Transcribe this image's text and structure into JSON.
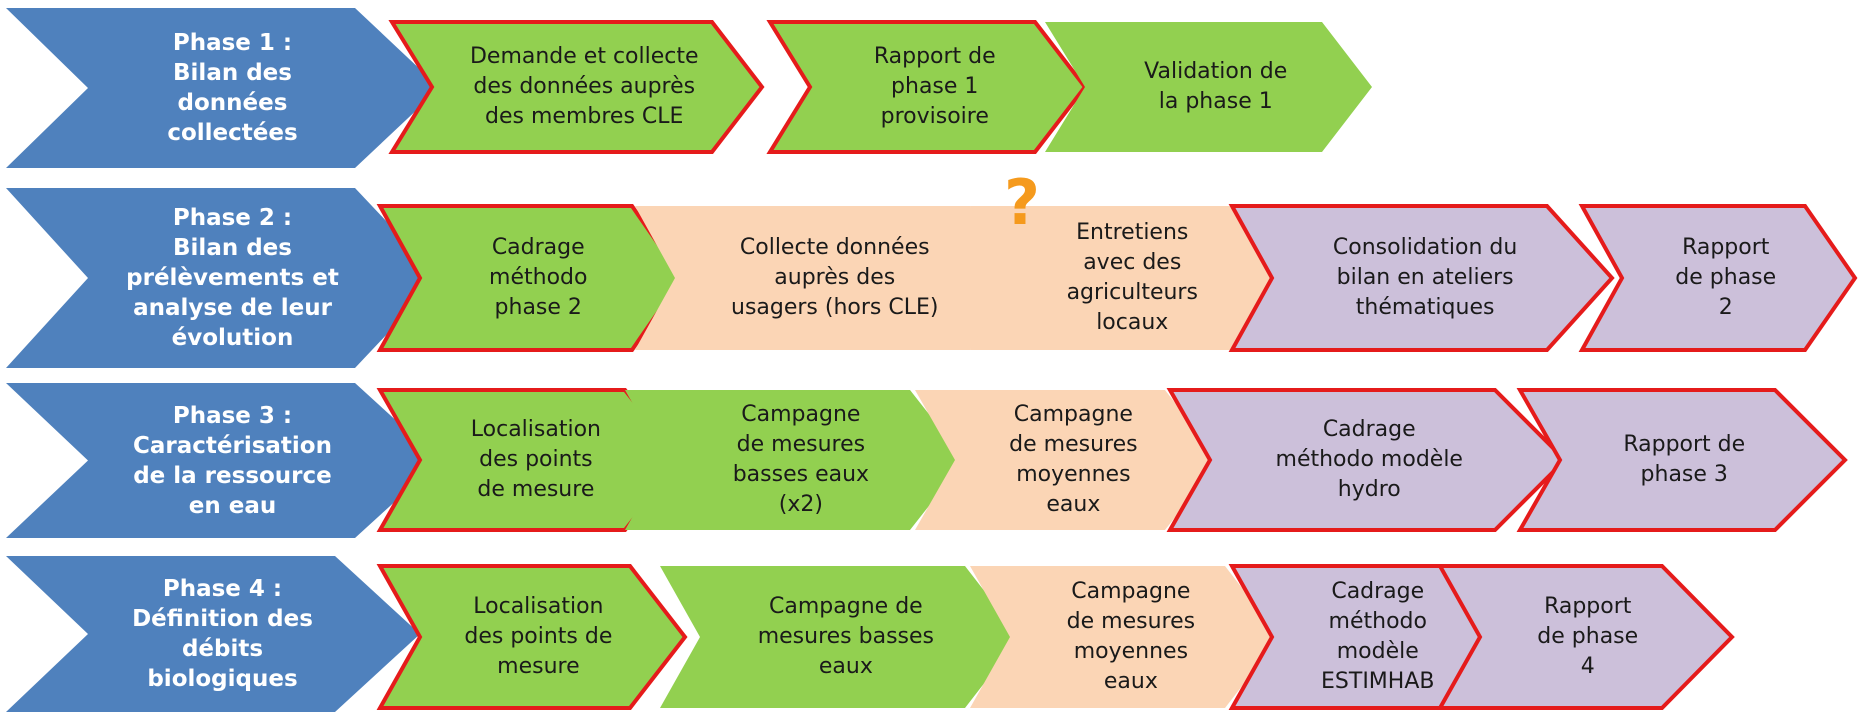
{
  "colors": {
    "phase_fill": "#4f81bd",
    "green_fill": "#92d050",
    "peach_fill": "#fbd5b5",
    "purple_fill": "#ccc0da",
    "red_border": "#e51b1b",
    "question_mark": "#f59a1d"
  },
  "rows": [
    {
      "phase": "Phase 1 :\nBilan des\ndonnées\ncollectées",
      "steps": [
        {
          "label": "Demande et collecte\ndes données auprès\ndes membres CLE",
          "color": "green",
          "outlined": true
        },
        {
          "label": "Rapport de\nphase 1\nprovisoire",
          "color": "green",
          "outlined": true
        },
        {
          "label": "Validation de\nla phase 1",
          "color": "green",
          "outlined": false
        }
      ]
    },
    {
      "phase": "Phase 2 :\nBilan des\nprélèvements et\nanalyse de leur\névolution",
      "steps": [
        {
          "label": "Cadrage\nméthodo\nphase 2",
          "color": "green",
          "outlined": true
        },
        {
          "label": "Collecte données\nauprès des\nusagers (hors CLE)",
          "color": "peach",
          "outlined": false
        },
        {
          "label": "Entretiens\navec des\nagriculteurs\nlocaux",
          "color": "peach",
          "outlined": false,
          "icon": "question-mark-icon",
          "icon_text": "?"
        },
        {
          "label": "Consolidation du\nbilan en ateliers\nthématiques",
          "color": "purple",
          "outlined": true
        },
        {
          "label": "Rapport\nde phase\n2",
          "color": "purple",
          "outlined": true
        }
      ]
    },
    {
      "phase": "Phase 3 :\nCaractérisation\nde la ressource\nen eau",
      "steps": [
        {
          "label": "Localisation\ndes points\nde mesure",
          "color": "green",
          "outlined": true
        },
        {
          "label": "Campagne\nde mesures\nbasses eaux\n(x2)",
          "color": "green",
          "outlined": false
        },
        {
          "label": "Campagne\nde mesures\nmoyennes\neaux",
          "color": "peach",
          "outlined": false
        },
        {
          "label": "Cadrage\nméthodo modèle\nhydro",
          "color": "purple",
          "outlined": true
        },
        {
          "label": "Rapport de\nphase 3",
          "color": "purple",
          "outlined": true
        }
      ]
    },
    {
      "phase": "Phase 4 :\nDéfinition des\ndébits\nbiologiques",
      "steps": [
        {
          "label": "Localisation\ndes points de\nmesure",
          "color": "green",
          "outlined": true
        },
        {
          "label": "Campagne de\nmesures basses\neaux",
          "color": "green",
          "outlined": false
        },
        {
          "label": "Campagne\nde mesures\nmoyennes\neaux",
          "color": "peach",
          "outlined": false
        },
        {
          "label": "Cadrage\nméthodo\nmodèle\nESTIMHAB",
          "color": "purple",
          "outlined": true
        },
        {
          "label": "Rapport\nde phase\n4",
          "color": "purple",
          "outlined": true
        }
      ]
    }
  ]
}
